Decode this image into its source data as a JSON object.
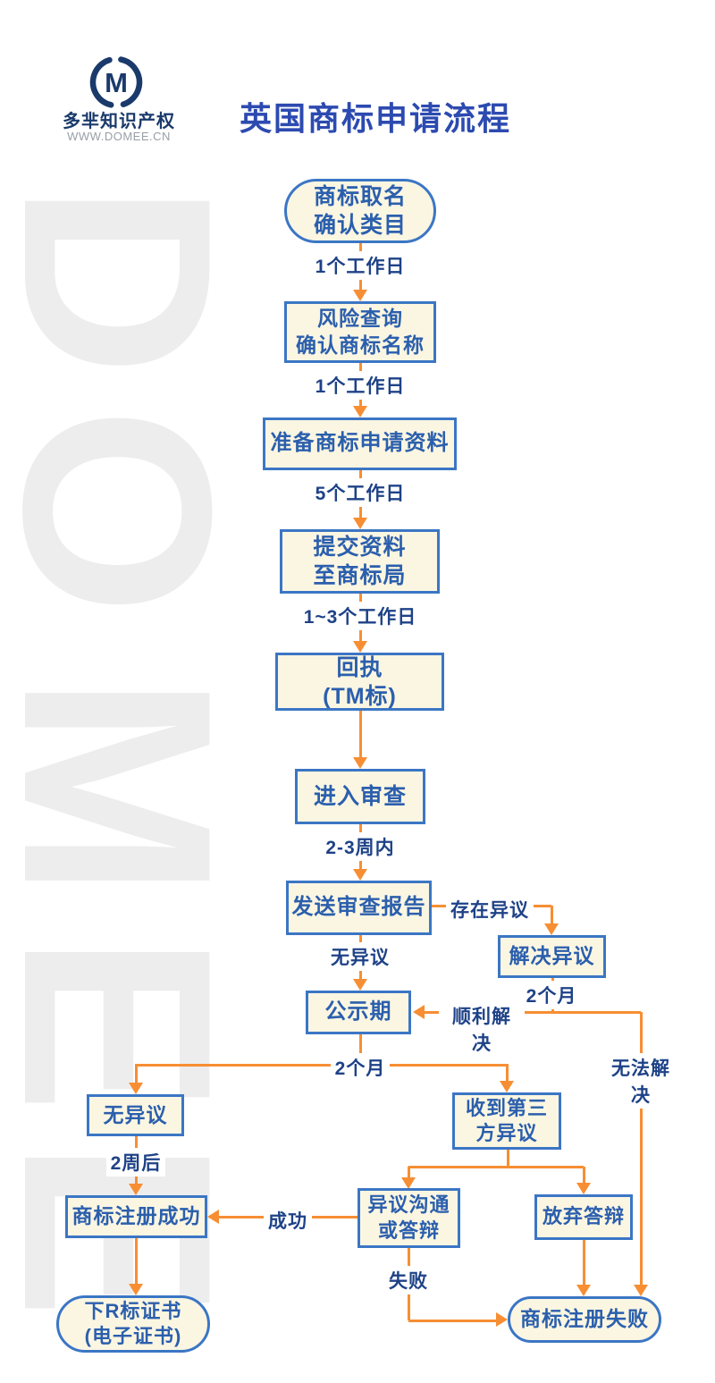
{
  "header": {
    "logo_letter": "M",
    "company": "多芈知识产权",
    "website": "WWW.DOMEE.CN",
    "title": "英国商标申请流程"
  },
  "watermark": {
    "letters": [
      "D",
      "O",
      "M",
      "E",
      "E"
    ]
  },
  "colors": {
    "accent_orange": "#f78e33",
    "node_border": "#3b76c5",
    "node_fill": "#fbf6e2",
    "node_text": "#2b5fad",
    "edge_label_text": "#1e4287",
    "title_blue": "#2c4ab0",
    "logo_navy": "#1a3a6b",
    "watermark_gray": "#ededed"
  },
  "flow": {
    "nodes": {
      "naming": {
        "lines": [
          "商标取名",
          "确认类目"
        ]
      },
      "risk_check": {
        "lines": [
          "风险查询",
          "确认商标名称"
        ]
      },
      "prepare_docs": {
        "lines": [
          "准备商标申请资料"
        ]
      },
      "submit_docs": {
        "lines": [
          "提交资料",
          "至商标局"
        ]
      },
      "receipt": {
        "lines": [
          "回执",
          "(TM标)"
        ]
      },
      "examination": {
        "lines": [
          "进入审查"
        ]
      },
      "exam_report": {
        "lines": [
          "发送审查报告"
        ]
      },
      "resolve_objection": {
        "lines": [
          "解决异议"
        ]
      },
      "publication": {
        "lines": [
          "公示期"
        ]
      },
      "no_objection": {
        "lines": [
          "无异议"
        ]
      },
      "third_party_objection": {
        "lines": [
          "收到第三",
          "方异议"
        ]
      },
      "register_success": {
        "lines": [
          "商标注册成功"
        ]
      },
      "objection_defense": {
        "lines": [
          "异议沟通",
          "或答辩"
        ]
      },
      "abandon_defense": {
        "lines": [
          "放弃答辩"
        ]
      },
      "register_fail": {
        "lines": [
          "商标注册失败"
        ]
      },
      "certificate": {
        "lines": [
          "下R标证书",
          "(电子证书)"
        ]
      }
    },
    "edge_labels": {
      "step1": "1个工作日",
      "step2": "1个工作日",
      "step3": "5个工作日",
      "step4": "1~3个工作日",
      "step5": "2-3周内",
      "exist_objection": "存在异议",
      "no_objection": "无异议",
      "two_months_resolve": "2个月",
      "resolved": "顺利解决",
      "unresolved": "无法解决",
      "two_months_publication": "2个月",
      "two_weeks_later": "2周后",
      "success": "成功",
      "failure": "失败"
    }
  }
}
